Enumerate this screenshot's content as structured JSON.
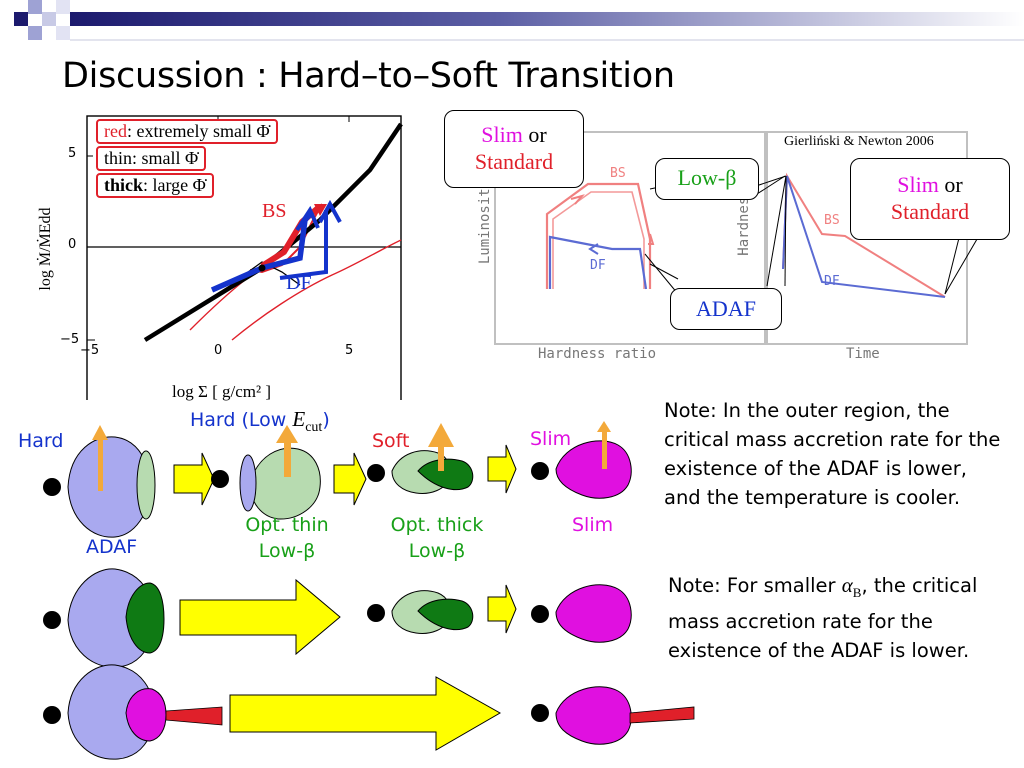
{
  "slide": {
    "title": "Discussion : Hard–to–Soft Transition"
  },
  "left_plot": {
    "legend": {
      "red_word": "red",
      "red_rest": ": extremely small Φ̇",
      "thin_text": "thin: small  Φ̇",
      "thick_word": "thick",
      "thick_rest": ": large  Φ̇"
    },
    "annotations": {
      "bs": "BS",
      "df": "DF"
    },
    "ylabel": "log Ṁ/ṀEdd",
    "xlabel": "log Σ [ g/cm² ]",
    "xticks": [
      "−5",
      "0",
      "5"
    ],
    "yticks": [
      "5",
      "0",
      "−5"
    ]
  },
  "right_plot": {
    "citation": "Gierliński & Newton 2006",
    "luminosity_label": "Luminosity",
    "hardness_label": "Hardness",
    "hardness_ratio_label": "Hardness ratio",
    "time_label": "Time",
    "bs_label": "BS",
    "df_label": "DF",
    "callouts": {
      "slim1_colored": "Slim",
      "slim1_or": " or",
      "slim1_line2": "Standard",
      "lowbeta": "Low-β",
      "slim2_colored": "Slim",
      "slim2_or": " or",
      "slim2_line2": "Standard",
      "adaf": "ADAF"
    }
  },
  "sequence": {
    "row1": {
      "hard": "Hard",
      "adaf": "ADAF",
      "hard_low": "Hard (Low ",
      "e_cut": "E",
      "e_cut_sub": "cut",
      "close_paren": ")",
      "soft": "Soft",
      "slim_top": "Slim",
      "opt_thin_1": "Opt. thin",
      "opt_thin_2": "Low-β",
      "opt_thick_1": "Opt. thick",
      "opt_thick_2": "Low-β",
      "slim_bottom": "Slim"
    }
  },
  "notes": {
    "note1": "Note: In the outer region, the critical mass accretion rate for the existence of the ADAF is lower, and the temperature is cooler.",
    "note2_pre": "Note: For smaller ",
    "note2_alpha": "α",
    "note2_sub": "B",
    "note2_post": ", the critical mass accretion rate for the existence of the ADAF is lower."
  },
  "colors": {
    "navy": "#1c1a6e",
    "red": "#e0202a",
    "blue": "#1433cc",
    "magenta": "#e010e0",
    "green": "#18a018",
    "adaf_fill": "#a9a9ef",
    "thin_fill": "#b7dbb0",
    "thick_fill": "#0f7a14",
    "arrow_yellow": "#ffff00",
    "jet_orange": "#f3a93a"
  }
}
